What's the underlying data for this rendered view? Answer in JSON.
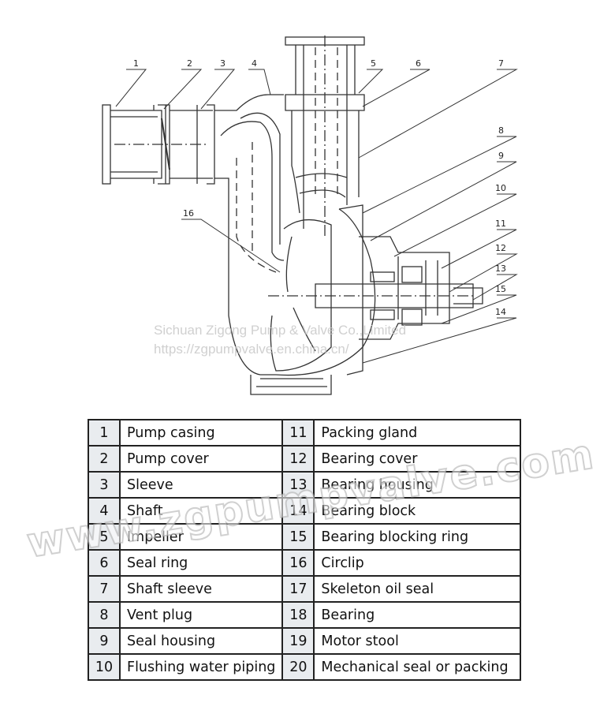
{
  "diagram": {
    "callouts": [
      "1",
      "2",
      "3",
      "4",
      "5",
      "6",
      "7",
      "8",
      "9",
      "10",
      "11",
      "12",
      "13",
      "15",
      "14",
      "16"
    ]
  },
  "watermark": {
    "company": "Sichuan Zigong Pump & Valve Co.,Limited",
    "url": "https://zgpumpvalve.en.china.cn/",
    "site": "www.zgpumpvalve.com"
  },
  "parts": [
    {
      "left_no": "1",
      "left": "Pump casing",
      "right_no": "11",
      "right": "Packing gland"
    },
    {
      "left_no": "2",
      "left": "Pump cover",
      "right_no": "12",
      "right": "Bearing cover"
    },
    {
      "left_no": "3",
      "left": "Sleeve",
      "right_no": "13",
      "right": "Bearing housing"
    },
    {
      "left_no": "4",
      "left": "Shaft",
      "right_no": "14",
      "right": "Bearing block"
    },
    {
      "left_no": "5",
      "left": "Impeller",
      "right_no": "15",
      "right": "Bearing blocking ring"
    },
    {
      "left_no": "6",
      "left": "Seal ring",
      "right_no": "16",
      "right": "Circlip"
    },
    {
      "left_no": "7",
      "left": "Shaft sleeve",
      "right_no": "17",
      "right": "Skeleton oil seal"
    },
    {
      "left_no": "8",
      "left": "Vent plug",
      "right_no": "18",
      "right": "Bearing"
    },
    {
      "left_no": "9",
      "left": "Seal housing",
      "right_no": "19",
      "right": "Motor stool"
    },
    {
      "left_no": "10",
      "left": "Flushing water piping",
      "right_no": "20",
      "right": "Mechanical seal or packing"
    }
  ]
}
